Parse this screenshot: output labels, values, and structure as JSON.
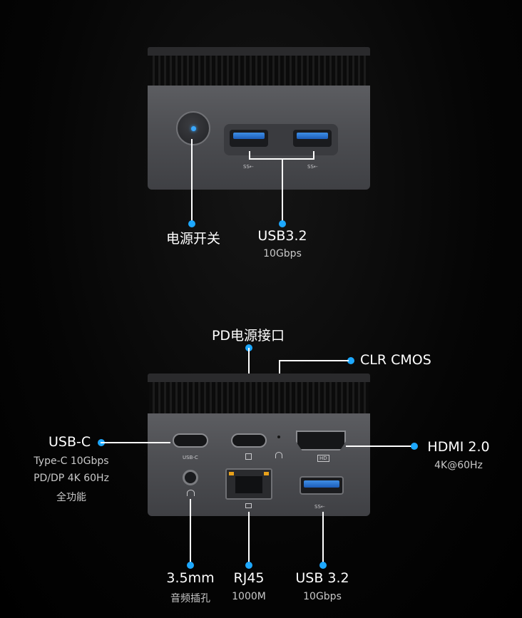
{
  "top_device": {
    "power_label": "电源开关",
    "usb_label": "USB3.2",
    "usb_sub": "10Gbps",
    "port_marks": [
      "SS⇠",
      "SS⇠"
    ]
  },
  "bottom_device": {
    "pd_label": "PD电源接口",
    "clr_label": "CLR CMOS",
    "usbc_label": "USB-C",
    "usbc_sub_lines": [
      "Type-C 10Gbps",
      "PD/DP 4K 60Hz",
      "全功能"
    ],
    "hdmi_label": "HDMI 2.0",
    "hdmi_sub": "4K@60Hz",
    "audio_label": "3.5mm",
    "audio_sub": "音频插孔",
    "rj45_label": "RJ45",
    "rj45_sub": "1000M",
    "usb_label": "USB 3.2",
    "usb_sub": "10Gbps",
    "port_marks": {
      "usbc": "USB-C",
      "hdmi": "HD",
      "usb": "SS⇠"
    }
  },
  "colors": {
    "accent_dot": "#1da8ff",
    "background": "#000000",
    "chassis": "#4d4e52",
    "usb_blue": "#2a74d6"
  }
}
